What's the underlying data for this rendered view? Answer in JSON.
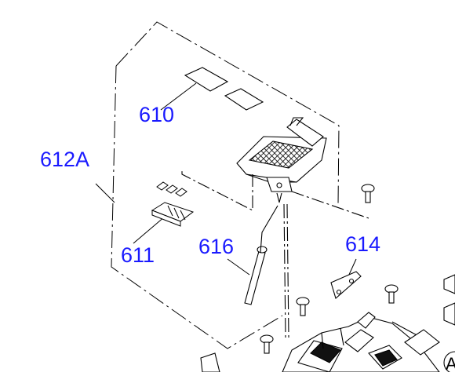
{
  "diagram": {
    "callouts": {
      "c610": "610",
      "c612a": "612A",
      "c611": "611",
      "c616": "616",
      "c614": "614"
    },
    "edge_letter": "A",
    "colors": {
      "callout": "#1a1aff",
      "line": "#000000",
      "background": "#ffffff"
    }
  }
}
